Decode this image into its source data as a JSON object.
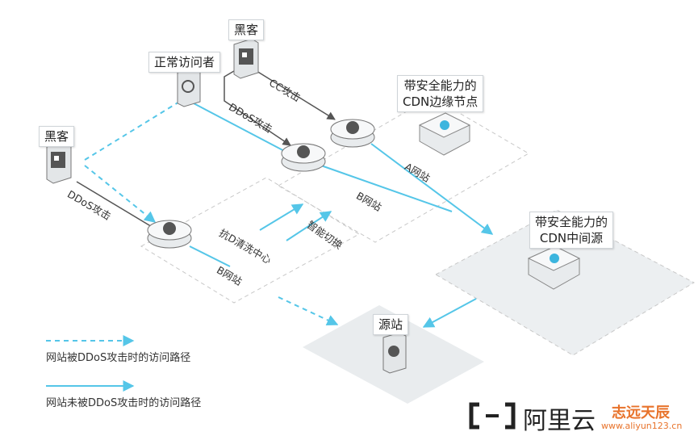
{
  "nodes": {
    "hacker_top": "黑客",
    "normal_visitor": "正常访问者",
    "hacker_left": "黑客",
    "cdn_edge_line1": "带安全能力的",
    "cdn_edge_line2": "CDN边缘节点",
    "cdn_mid_line1": "带安全能力的",
    "cdn_mid_line2": "CDN中间源",
    "origin": "源站"
  },
  "edges": {
    "cc_attack": "CC攻击",
    "ddos_attack_top": "DDoS攻击",
    "ddos_attack_left": "DDoS攻击",
    "smart_switch": "智能切换"
  },
  "zones": {
    "site_a": "A网站",
    "site_b_top": "B网站",
    "site_b_bottom": "B网站",
    "scrubbing_center": "抗D清洗中心"
  },
  "legend": {
    "dashed": "网站被DDoS攻击时的访问路径",
    "solid": "网站未被DDoS攻击时的访问路径"
  },
  "branding": {
    "logo_text": "阿里云",
    "watermark_top": "志远天辰",
    "watermark_url": "www.aliyun123.cn"
  },
  "colors": {
    "accent": "#55c6e8",
    "dark_line": "#555555",
    "zone_border": "#c8c8c8",
    "watermark_orange": "#e8732b"
  }
}
